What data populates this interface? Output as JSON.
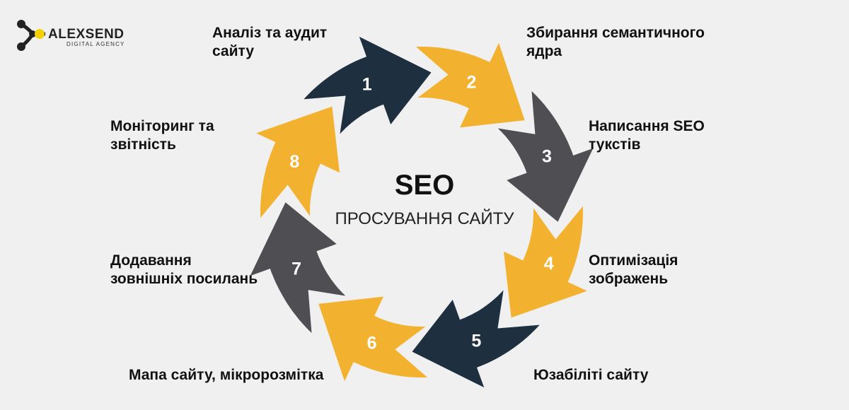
{
  "logo": {
    "name": "ALEXSEND",
    "tagline": "DIGITAL AGENCY"
  },
  "center": {
    "title": "SEO",
    "subtitle": "ПРОСУВАННЯ САЙТУ"
  },
  "steps": [
    {
      "number": "1",
      "label": "Аналіз та аудит\nсайту",
      "color": "#1e3040"
    },
    {
      "number": "2",
      "label": "Збирання семантичного\nядра",
      "color": "#f2b22f"
    },
    {
      "number": "3",
      "label": "Написання SEO\nтукстів",
      "color": "#4f4f53"
    },
    {
      "number": "4",
      "label": "Оптимізація\nзображень",
      "color": "#f2b22f"
    },
    {
      "number": "5",
      "label": "Юзабіліті сайту",
      "color": "#1e3040"
    },
    {
      "number": "6",
      "label": "Мапа сайту, мікророзмітка",
      "color": "#f2b22f"
    },
    {
      "number": "7",
      "label": "Додавання\nзовнішніх посилань",
      "color": "#4f4f53"
    },
    {
      "number": "8",
      "label": "Моніторинг та\nзвітність",
      "color": "#f2b22f"
    }
  ],
  "colors": {
    "background": "#f0f0f0",
    "dark_blue": "#1e3040",
    "gold": "#f2b22f",
    "gray": "#4f4f53",
    "logo_accent": "#f5d000"
  }
}
